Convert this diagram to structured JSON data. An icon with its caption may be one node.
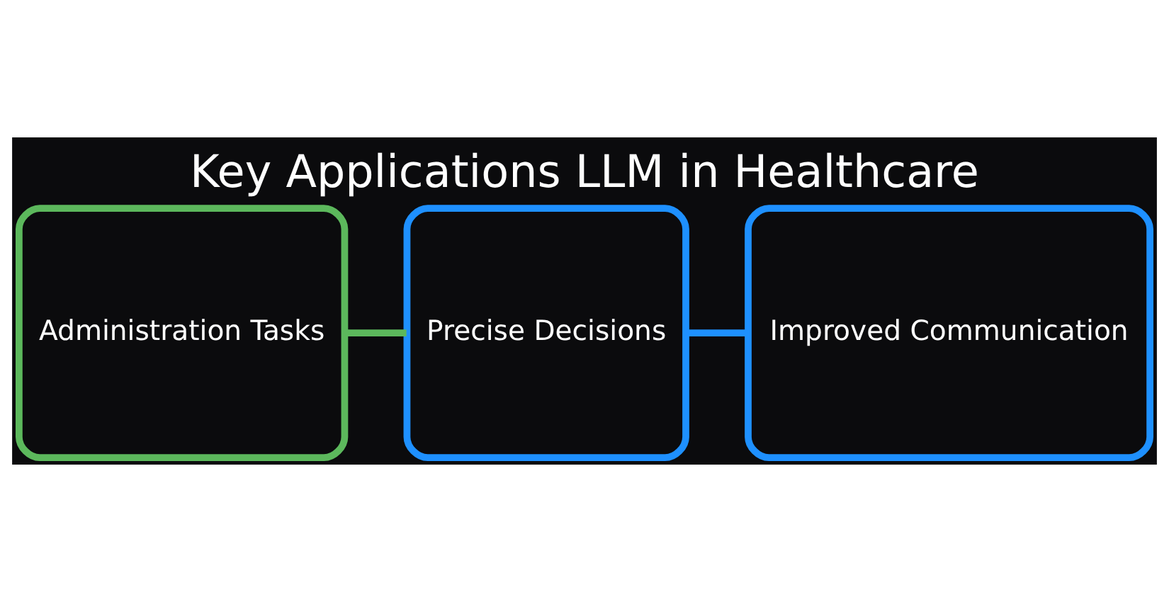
{
  "diagram": {
    "title": "Key Applications LLM in Healthcare",
    "nodes": [
      {
        "text": [
          "Administration Tasks"
        ]
      },
      {
        "text": [
          "Precise Decisions"
        ]
      },
      {
        "text": [
          "Improved Communication"
        ]
      }
    ],
    "edges": [
      {
        "from": 0,
        "to": 1,
        "arrow": "none",
        "color": "#5cb85c"
      },
      {
        "from": 1,
        "to": 2,
        "arrow": "none",
        "color": "#1e90ff"
      }
    ]
  }
}
